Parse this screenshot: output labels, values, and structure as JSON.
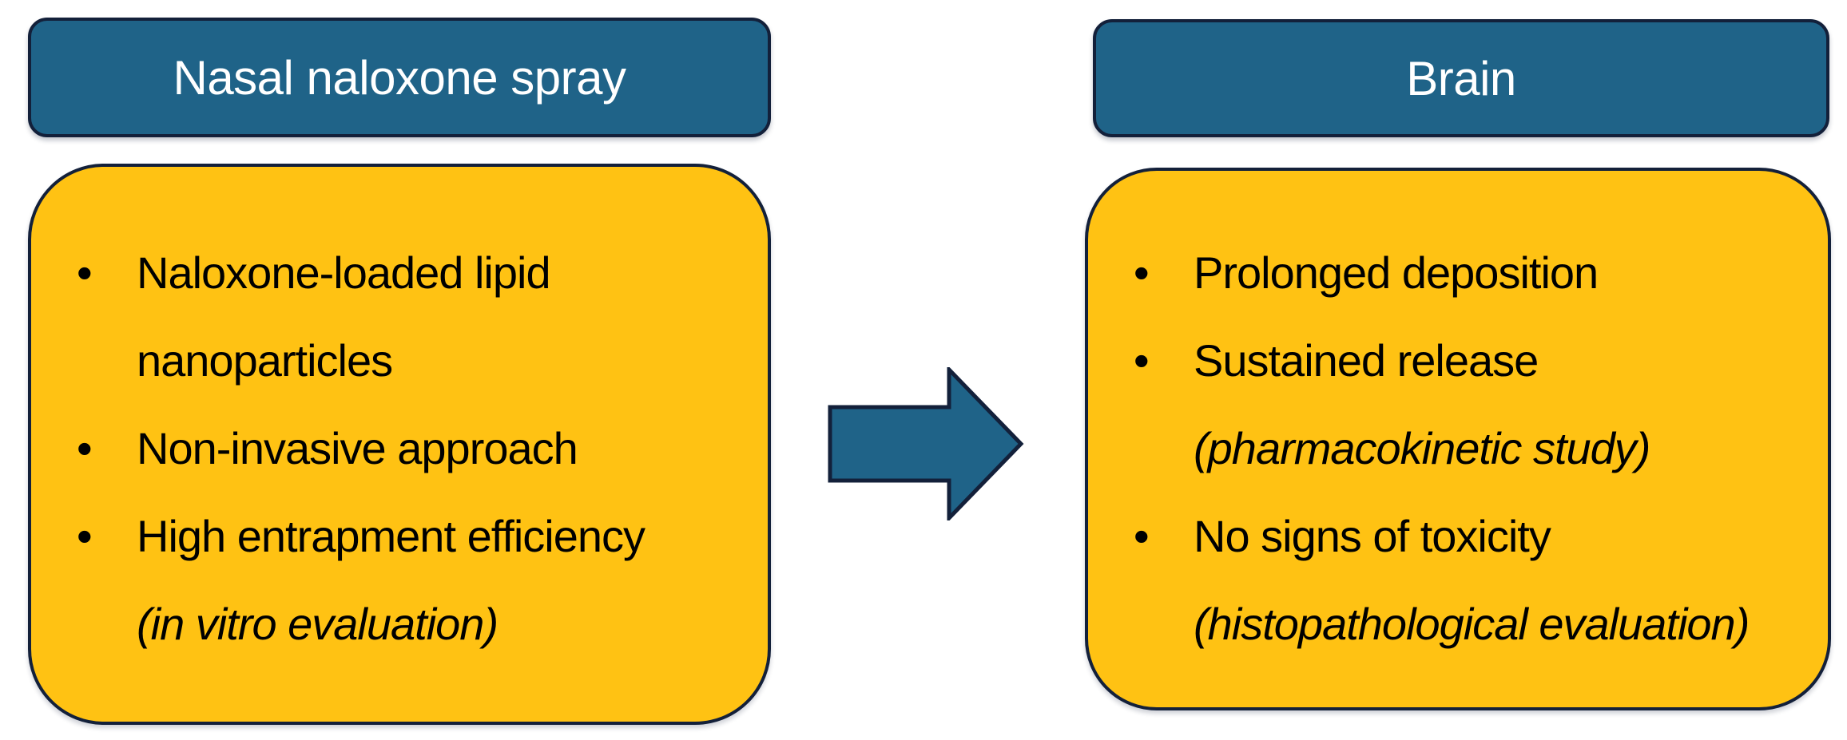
{
  "colors": {
    "background": "#ffffff",
    "teal": "#1f6388",
    "gold": "#ffc213",
    "border": "#13203a",
    "header_text": "#ffffff",
    "body_text": "#000000"
  },
  "bullet_glyph": "•",
  "left": {
    "header": "Nasal naloxone spray",
    "lines": [
      {
        "text": "Naloxone-loaded lipid",
        "bullet": true,
        "italic": false
      },
      {
        "text": "nanoparticles",
        "bullet": false,
        "italic": false
      },
      {
        "text": "Non-invasive approach",
        "bullet": true,
        "italic": false
      },
      {
        "text": "High entrapment efficiency",
        "bullet": true,
        "italic": false
      },
      {
        "text": "(in vitro evaluation)",
        "bullet": false,
        "italic": true
      }
    ]
  },
  "right": {
    "header": "Brain",
    "lines": [
      {
        "text": "Prolonged deposition",
        "bullet": true,
        "italic": false
      },
      {
        "text": "Sustained release",
        "bullet": true,
        "italic": false
      },
      {
        "text": "(pharmacokinetic study)",
        "bullet": false,
        "italic": true
      },
      {
        "text": "No signs of toxicity",
        "bullet": true,
        "italic": false
      },
      {
        "text": "(histopathological evaluation)",
        "bullet": false,
        "italic": true
      }
    ]
  },
  "arrow": {
    "direction": "right"
  }
}
